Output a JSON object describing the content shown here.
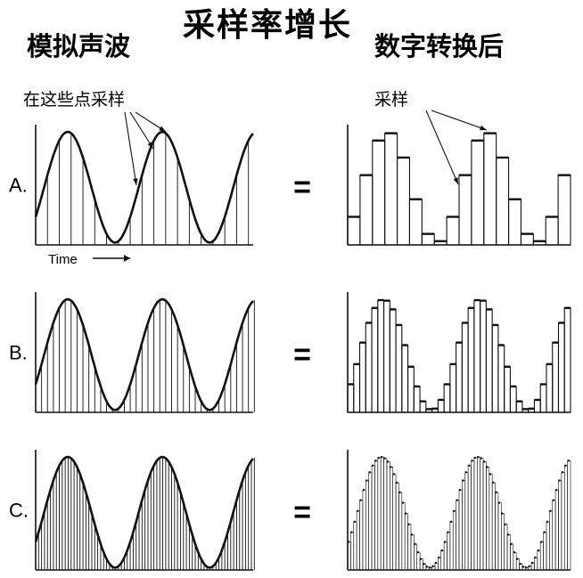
{
  "title": "采样率增长",
  "left_heading": "模拟声波",
  "right_heading": "数字转换后",
  "annotation_left": "在这些点采样",
  "annotation_right": "采样",
  "time_label": "Time",
  "equals_sign": "=",
  "colors": {
    "ink": "#111111",
    "background": "#ffffff"
  },
  "rows": [
    {
      "label": "A.",
      "samples_per_period": 8
    },
    {
      "label": "B.",
      "samples_per_period": 16
    },
    {
      "label": "C.",
      "samples_per_period": 32
    }
  ],
  "chart_data": {
    "type": "diagram",
    "signal": "sine",
    "periods_shown": 2.3,
    "series": [
      {
        "name": "A.",
        "samples_per_period": 8
      },
      {
        "name": "B.",
        "samples_per_period": 16
      },
      {
        "name": "C.",
        "samples_per_period": 32
      }
    ]
  }
}
